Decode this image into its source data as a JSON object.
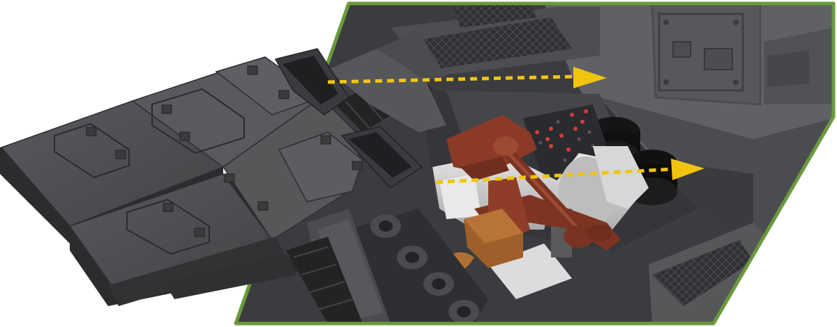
{
  "image": {
    "subject": "",
    "colors": {
      "background": "#ffffff",
      "frame_border": "#6b9a3c",
      "hull_dark": "#3f4043",
      "hull_mid": "#55575a",
      "hull_light": "#6c6e71",
      "deck_plate": "#4a4b4d",
      "deck_edge": "#2b2c2e",
      "engine_red": "#8a3a26",
      "engine_grey": "#cfcfcf",
      "accent_brown": "#a0612a",
      "arrow_yellow": "#f1c40f",
      "track_black": "#232323",
      "stud_red": "#d83a3a"
    },
    "arrows": [
      {
        "name": "upper-flow-arrow",
        "direction": "right"
      },
      {
        "name": "lower-flow-arrow",
        "direction": "right"
      }
    ]
  }
}
